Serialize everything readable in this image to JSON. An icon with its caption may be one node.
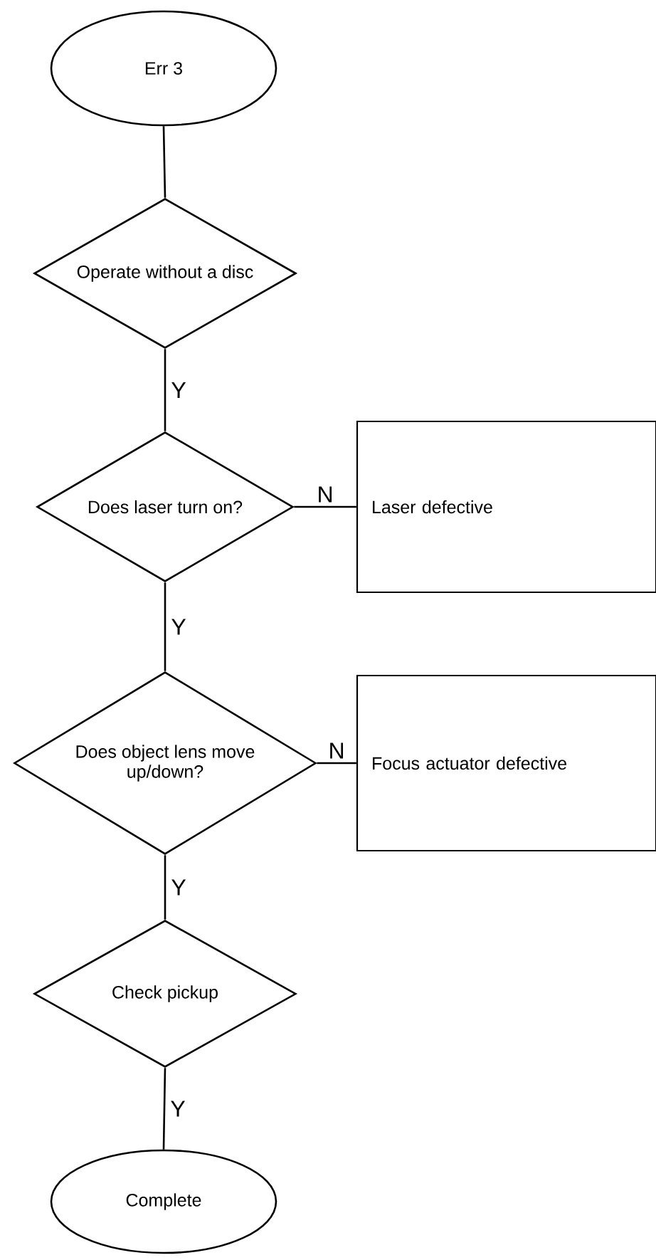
{
  "diagram": {
    "nodes": [
      {
        "text": [
          "Err 3"
        ]
      },
      {
        "text": [
          "Operate without a disc"
        ]
      },
      {
        "text": [
          "Does laser turn on?"
        ]
      },
      {
        "text": [
          "Laser defective"
        ]
      },
      {
        "text": [
          "Does object lens move up/down?"
        ]
      },
      {
        "text": [
          "Focus actuator defective"
        ]
      },
      {
        "text": [
          "Check pickup"
        ]
      },
      {
        "text": [
          "Complete"
        ]
      }
    ],
    "edges": [
      {
        "from": 0,
        "to": 1,
        "arrow": "none"
      },
      {
        "from": 1,
        "to": 2,
        "arrow": "none",
        "label": "Y"
      },
      {
        "from": 2,
        "to": 3,
        "arrow": "none",
        "label": "N"
      },
      {
        "from": 2,
        "to": 4,
        "arrow": "none",
        "label": "Y"
      },
      {
        "from": 4,
        "to": 5,
        "arrow": "none",
        "label": "N"
      },
      {
        "from": 4,
        "to": 6,
        "arrow": "none",
        "label": "Y"
      },
      {
        "from": 6,
        "to": 7,
        "arrow": "none",
        "label": "Y"
      }
    ]
  }
}
